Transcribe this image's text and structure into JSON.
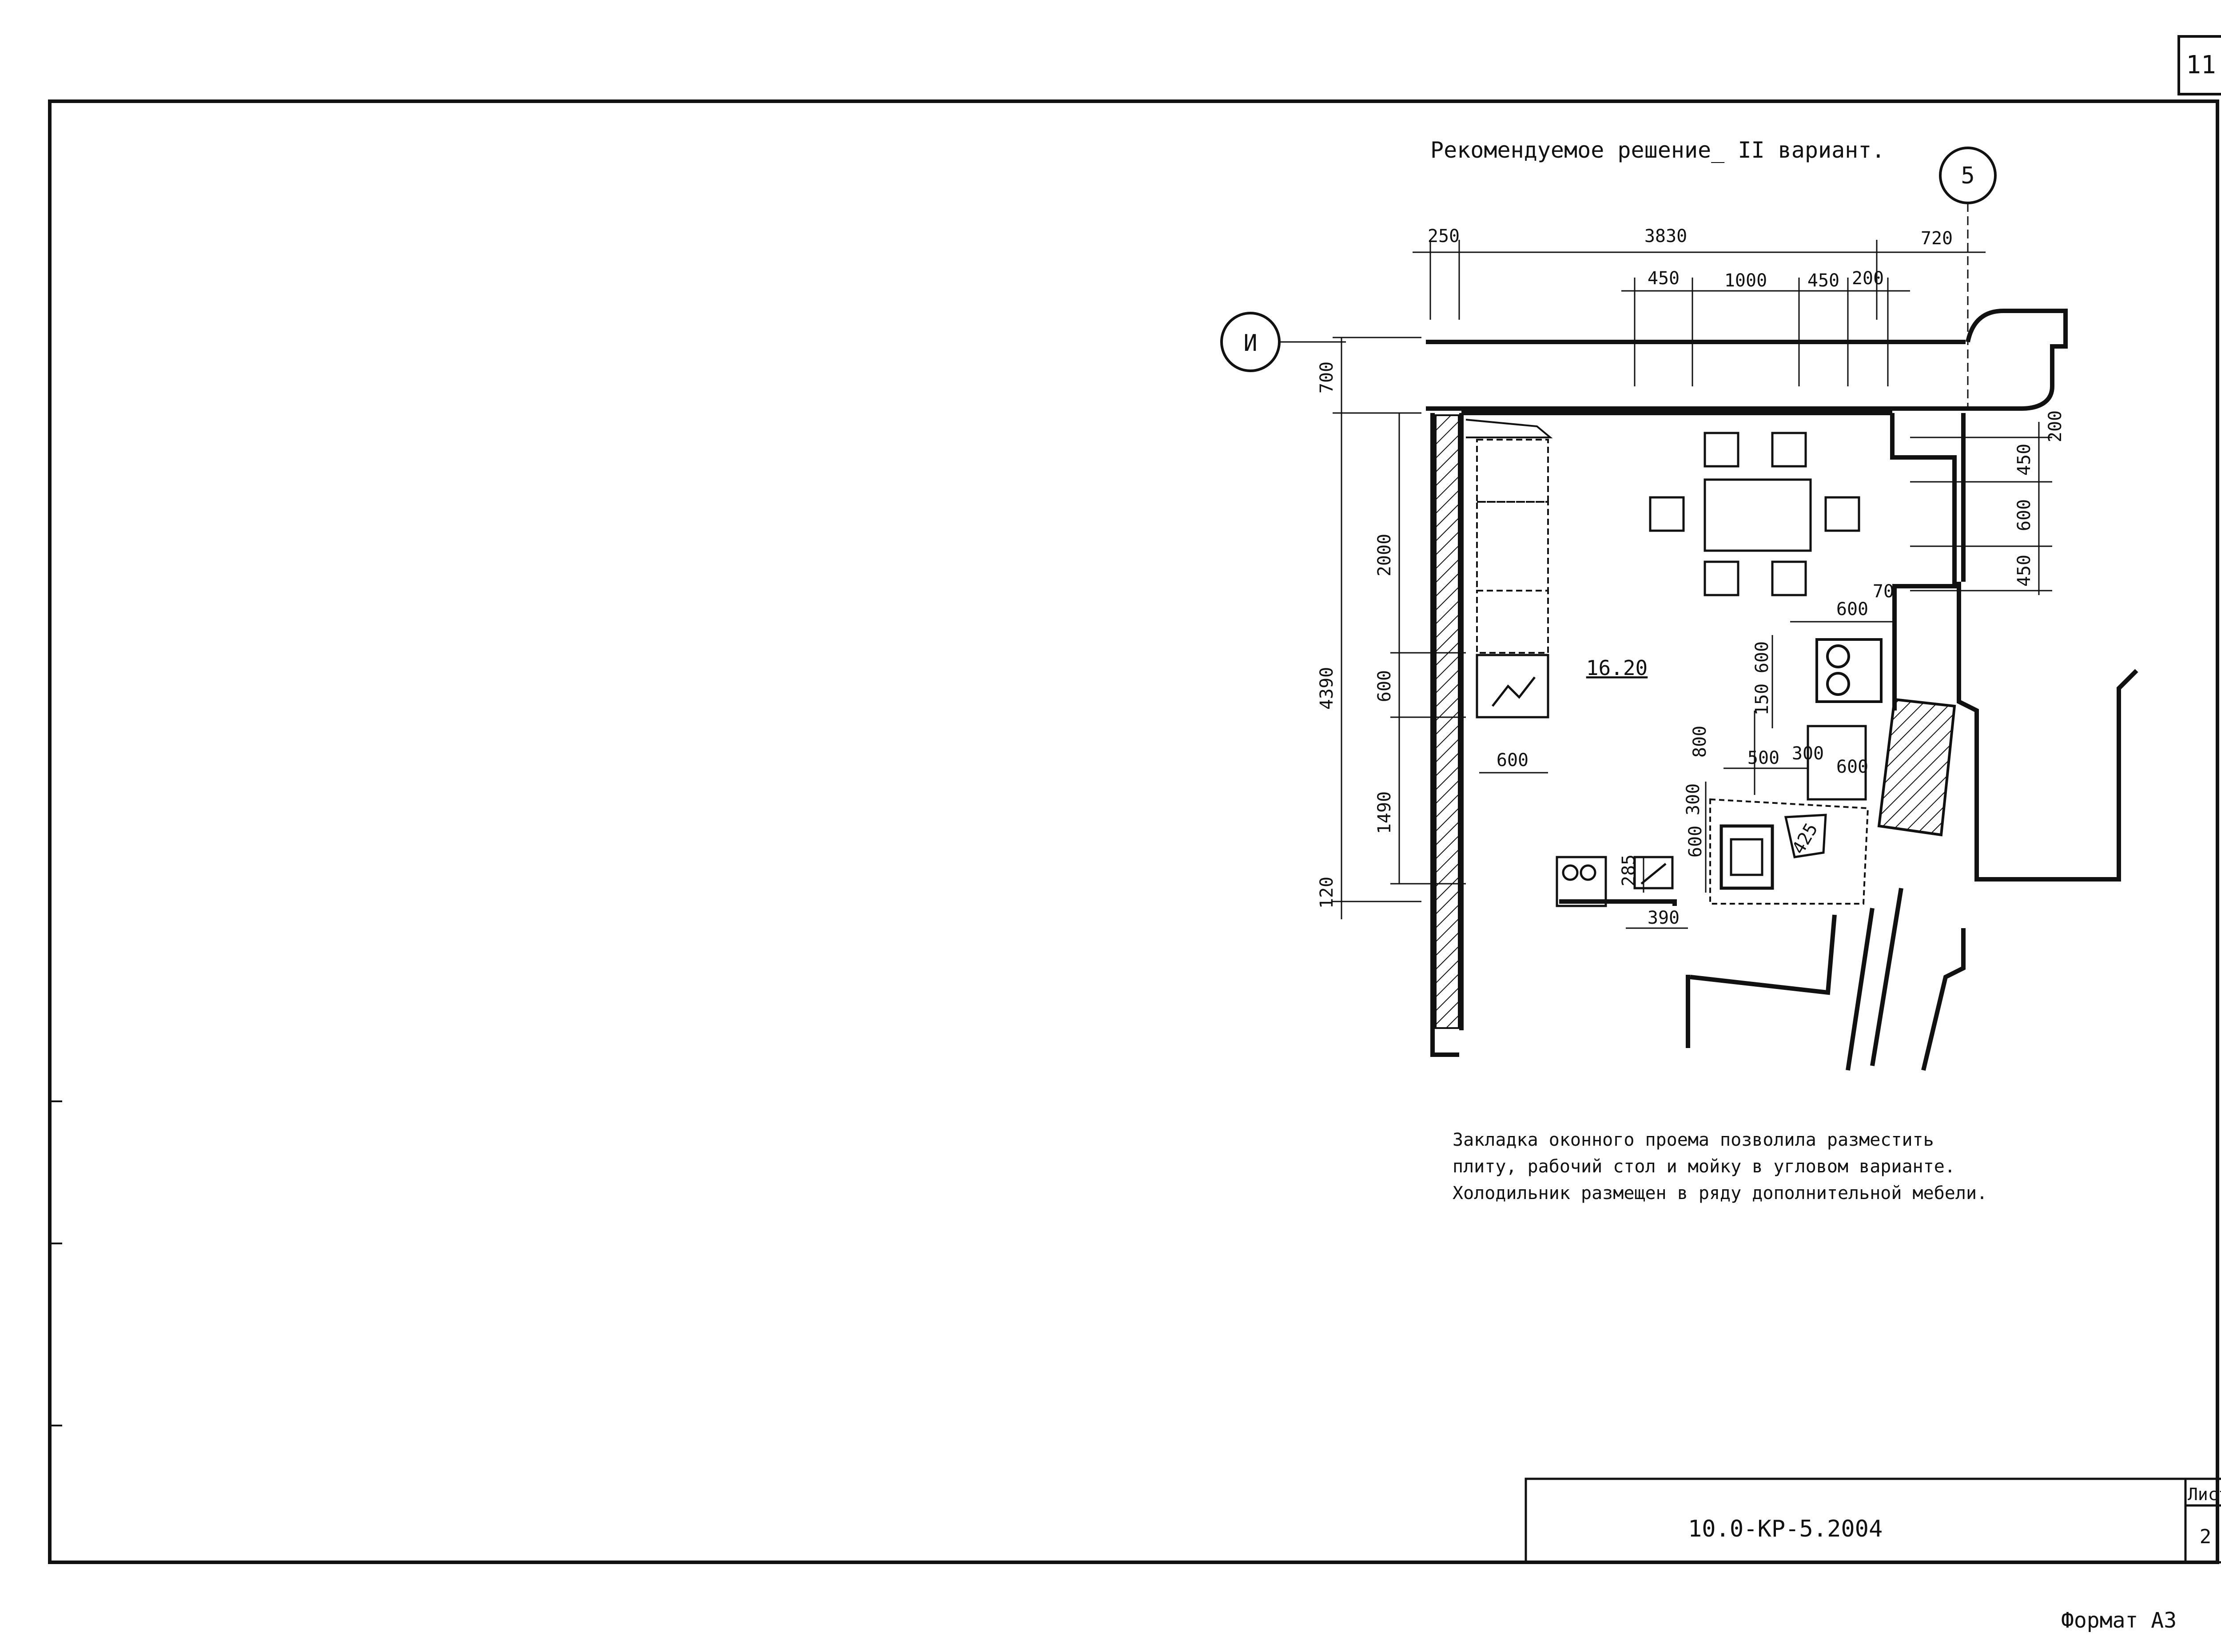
{
  "sheet": {
    "number_top": "11",
    "doc_code": "10.0-КР-5.2004",
    "sheet_label": "Лист",
    "sheet_value": "2",
    "format": "Формат А3"
  },
  "drawing": {
    "title": "Рекомендуемое решение_ II вариант.",
    "axis_5": "5",
    "axis_i": "И",
    "room_area": "16.20"
  },
  "dims": {
    "top_250": "250",
    "top_3830": "3830",
    "top_720": "720",
    "top_450a": "450",
    "top_1000": "1000",
    "top_450b": "450",
    "top_200": "200",
    "left_700": "700",
    "left_4390": "4390",
    "left_2000": "2000",
    "left_600": "600",
    "left_1490": "1490",
    "left_120": "120",
    "right_200": "200",
    "right_450a": "450",
    "right_600": "600",
    "right_450b": "450",
    "d_600_cab": "600",
    "d_600_stove": "600",
    "d_70": "70",
    "d_600_v": "600",
    "d_150": "150",
    "d_800": "800",
    "d_500": "500",
    "d_300": "300",
    "d_600_tbl": "600",
    "d_300_v": "300",
    "d_600_v2": "600",
    "d_425": "425",
    "d_285": "285",
    "d_390": "390"
  },
  "note": {
    "line1": "Закладка оконного проема позволила разместить",
    "line2": "плиту, рабочий стол и мойку в угловом варианте.",
    "line3": "Холодильник размещен в ряду дополнительной мебели."
  }
}
